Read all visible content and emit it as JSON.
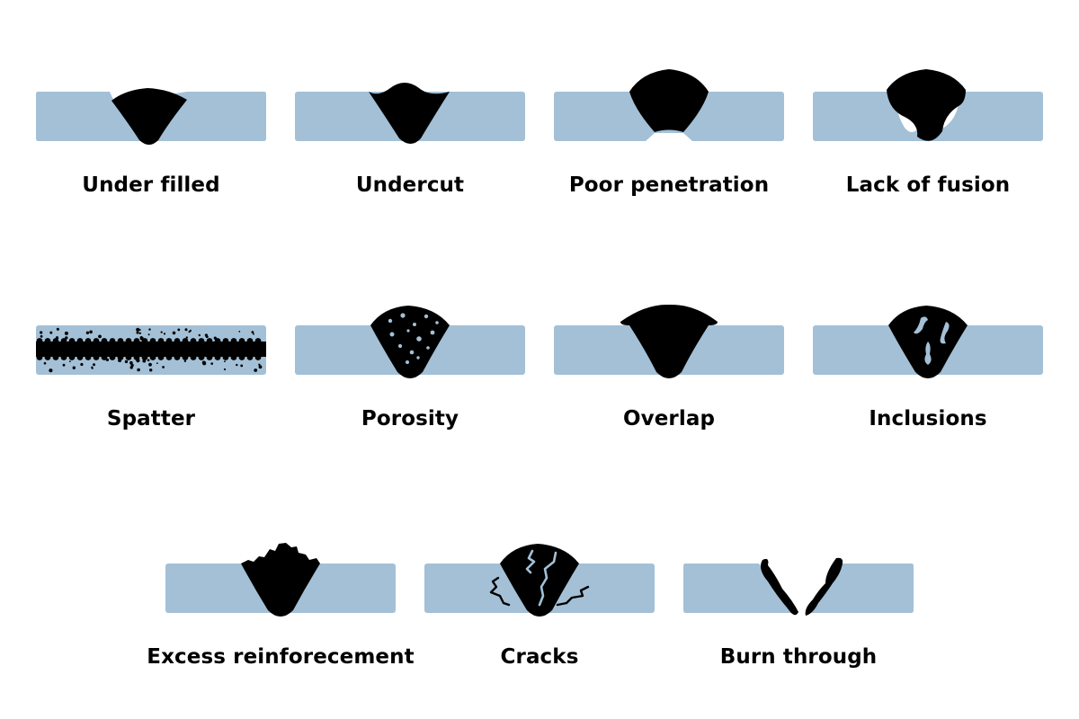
{
  "colors": {
    "plate": "#a3c0d6",
    "weld": "#000000",
    "background": "#ffffff",
    "text": "#000000"
  },
  "defects": [
    {
      "id": "under-filled",
      "label": "Under filled"
    },
    {
      "id": "undercut",
      "label": "Undercut"
    },
    {
      "id": "poor-penetration",
      "label": "Poor penetration"
    },
    {
      "id": "lack-of-fusion",
      "label": "Lack of fusion"
    },
    {
      "id": "spatter",
      "label": "Spatter"
    },
    {
      "id": "porosity",
      "label": "Porosity"
    },
    {
      "id": "overlap",
      "label": "Overlap"
    },
    {
      "id": "inclusions",
      "label": "Inclusions"
    },
    {
      "id": "excess-reinforcement",
      "label": "Excess reinforecement"
    },
    {
      "id": "cracks",
      "label": "Cracks"
    },
    {
      "id": "burn-through",
      "label": "Burn through"
    }
  ]
}
